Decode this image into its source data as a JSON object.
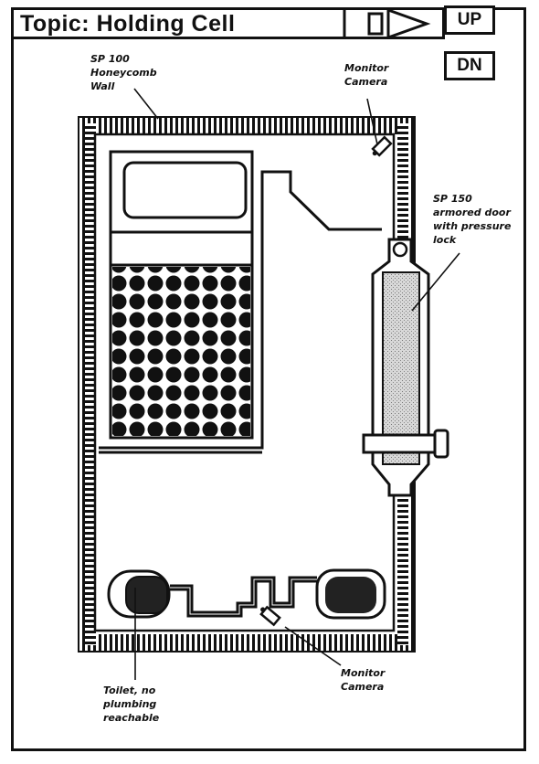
{
  "header": {
    "title": "Topic: Holding Cell",
    "up_label": "UP",
    "dn_label": "DN"
  },
  "labels": {
    "wall": "SP 100\nHoneycomb\nWall",
    "camera_top": "Monitor\nCamera",
    "door": "SP 150\narmored door\nwith pressure\nlock",
    "toilet": "Toilet, no\nplumbing\nreachable",
    "camera_bottom": "Monitor\nCamera"
  },
  "colors": {
    "ink": "#111111",
    "paper": "#ffffff",
    "door_fill": "#cfcfcf"
  },
  "icons": {
    "scroll": "scroll-thumb-icon",
    "play": "play-triangle-icon",
    "camera": "camera-icon"
  }
}
